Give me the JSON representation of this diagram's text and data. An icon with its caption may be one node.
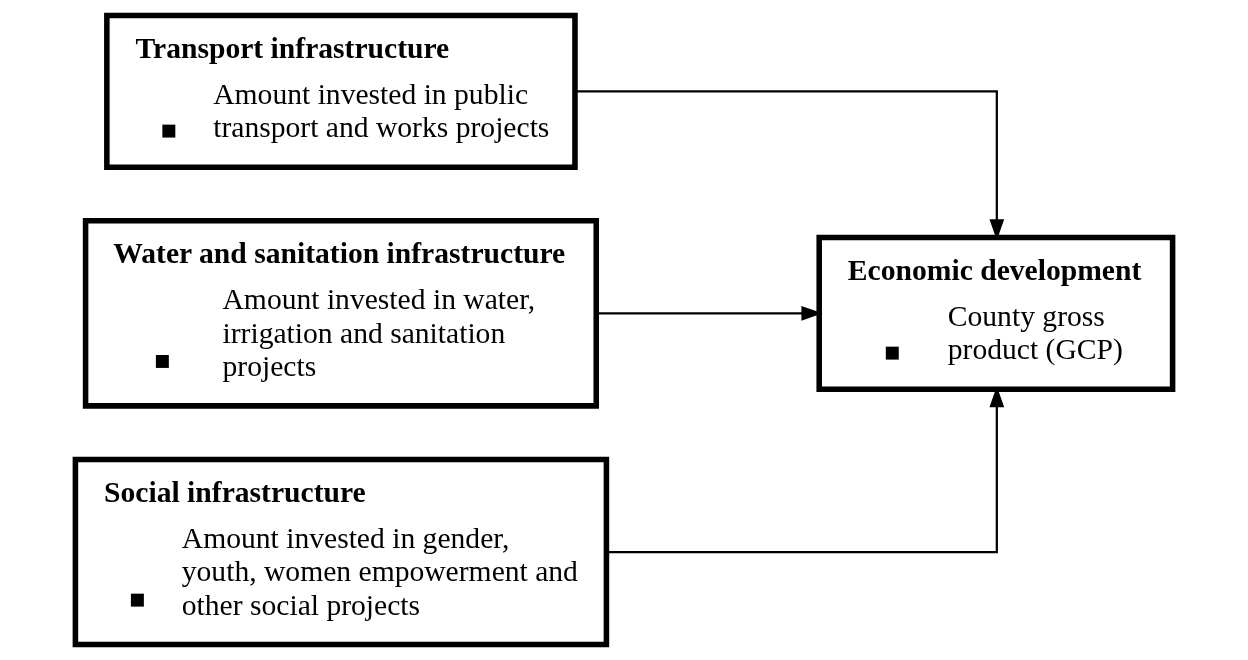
{
  "diagram": {
    "nodes": [
      {
        "text": [
          "Transport infrastructure",
          "Amount invested in public transport and works projects"
        ]
      },
      {
        "text": [
          "Water and sanitation infrastructure",
          "Amount invested in water, irrigation and sanitation projects"
        ]
      },
      {
        "text": [
          "Social infrastructure",
          "Amount invested in gender, youth, women empowerment and other social projects"
        ]
      },
      {
        "text": [
          "Economic development",
          "County gross product (GCP)"
        ]
      }
    ],
    "edges": [
      {
        "from": 0,
        "to": 3,
        "arrow": "to"
      },
      {
        "from": 1,
        "to": 3,
        "arrow": "to"
      },
      {
        "from": 2,
        "to": 3,
        "arrow": "to"
      }
    ]
  }
}
